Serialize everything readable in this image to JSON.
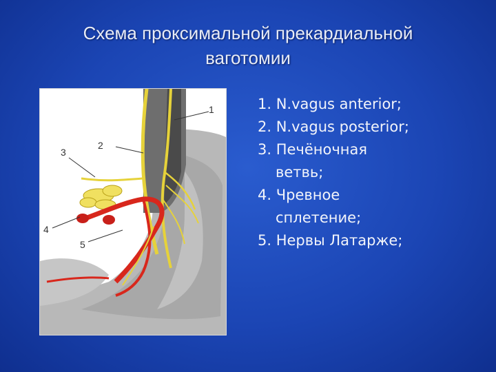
{
  "title": {
    "line1": "Схема проксимальной прекардиальной",
    "line2": "ваготомии"
  },
  "figure": {
    "labels": [
      "1",
      "2",
      "3",
      "4",
      "5"
    ]
  },
  "legend": {
    "items": [
      {
        "first": "1. N.vagus anterior;",
        "rest": ""
      },
      {
        "first": "2. N.vagus posterior;",
        "rest": ""
      },
      {
        "first": "3. Печёночная",
        "rest": "ветвь;"
      },
      {
        "first": "4. Чревное",
        "rest": "сплетение;"
      },
      {
        "first": "5. Нервы Латарже;",
        "rest": ""
      }
    ]
  }
}
